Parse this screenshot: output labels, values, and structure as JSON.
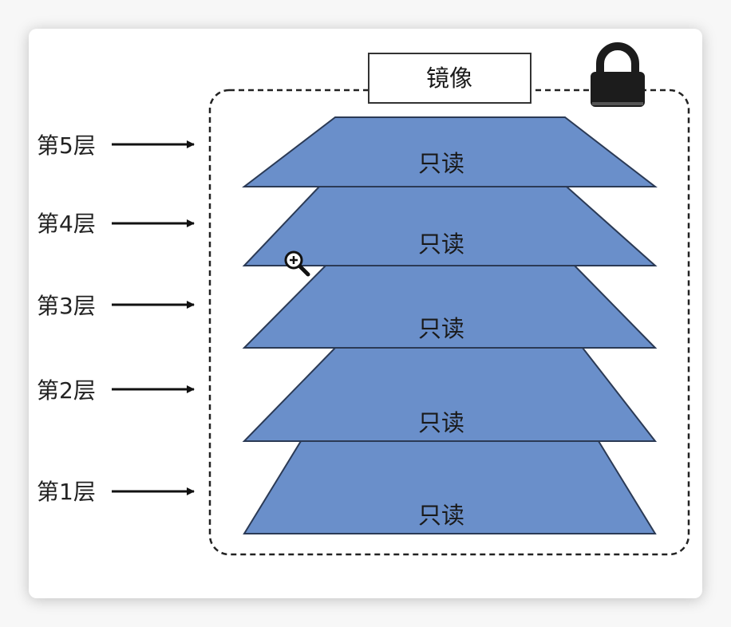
{
  "diagram": {
    "title": "镜像",
    "layer_text": "只读",
    "layers": [
      {
        "label": "第5层",
        "text": "只读"
      },
      {
        "label": "第4层",
        "text": "只读"
      },
      {
        "label": "第3层",
        "text": "只读"
      },
      {
        "label": "第2层",
        "text": "只读"
      },
      {
        "label": "第1层",
        "text": "只读"
      }
    ],
    "icons": {
      "lock": "lock-icon",
      "cursor": "zoom-in-cursor-icon"
    },
    "colors": {
      "layer_fill": "#6a8fca",
      "layer_stroke": "#2b3a55",
      "text": "#1a1a1a",
      "lock": "#1c1c1c"
    }
  }
}
